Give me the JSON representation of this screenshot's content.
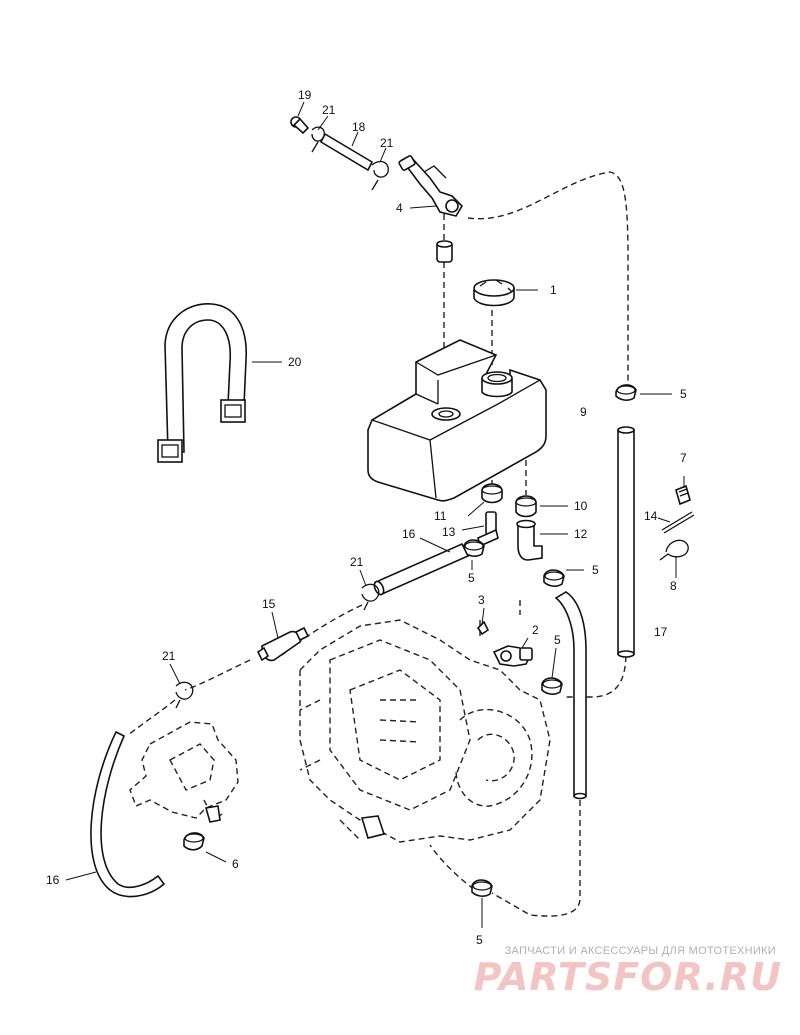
{
  "diagram": {
    "callouts": {
      "c1": "1",
      "c2": "2",
      "c3": "3",
      "c4": "4",
      "c5a": "5",
      "c5b": "5",
      "c5c": "5",
      "c5d": "5",
      "c5e": "5",
      "c6": "6",
      "c7": "7",
      "c8": "8",
      "c9": "9",
      "c10": "10",
      "c11": "11",
      "c12": "12",
      "c13": "13",
      "c14": "14",
      "c15": "15",
      "c16a": "16",
      "c16b": "16",
      "c17": "17",
      "c18": "18",
      "c19": "19",
      "c20": "20",
      "c21a": "21",
      "c21b": "21",
      "c21c": "21",
      "c21d": "21"
    }
  },
  "watermark": {
    "tagline": "ЗАПЧАСТИ И АКСЕССУАРЫ ДЛЯ МОТОТЕХНИКИ",
    "brand": "PARTSFOR.RU",
    "color": "#f3c4c4"
  }
}
